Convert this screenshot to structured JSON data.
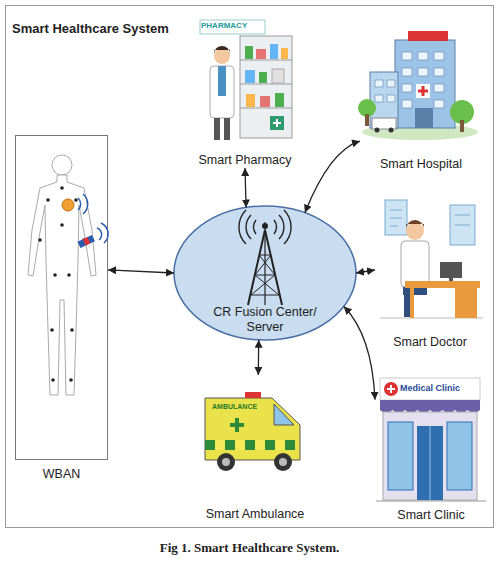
{
  "diagram": {
    "title": "Smart Healthcare System",
    "caption": "Fig 1. Smart Healthcare System.",
    "nodes": [
      {
        "text": [
          "Smart Pharmacy"
        ]
      },
      {
        "text": [
          "Smart Hospital"
        ]
      },
      {
        "text": [
          "WBAN"
        ]
      },
      {
        "text": [
          "CR Fusion Center/ Server"
        ]
      },
      {
        "text": [
          "Smart Doctor"
        ]
      },
      {
        "text": [
          "Smart Ambulance"
        ]
      },
      {
        "text": [
          "Smart Clinic"
        ]
      }
    ],
    "edges": [
      {
        "from": 2,
        "to": 3,
        "arrow": "both"
      },
      {
        "from": 0,
        "to": 3,
        "arrow": "both"
      },
      {
        "from": 3,
        "to": 1,
        "arrow": "both"
      },
      {
        "from": 3,
        "to": 4,
        "arrow": "both"
      },
      {
        "from": 3,
        "to": 5,
        "arrow": "both"
      },
      {
        "from": 3,
        "to": 6,
        "arrow": "both"
      }
    ],
    "labels": [
      "PHARMACY",
      "AMBULANCE",
      "Medical Clinic"
    ]
  }
}
